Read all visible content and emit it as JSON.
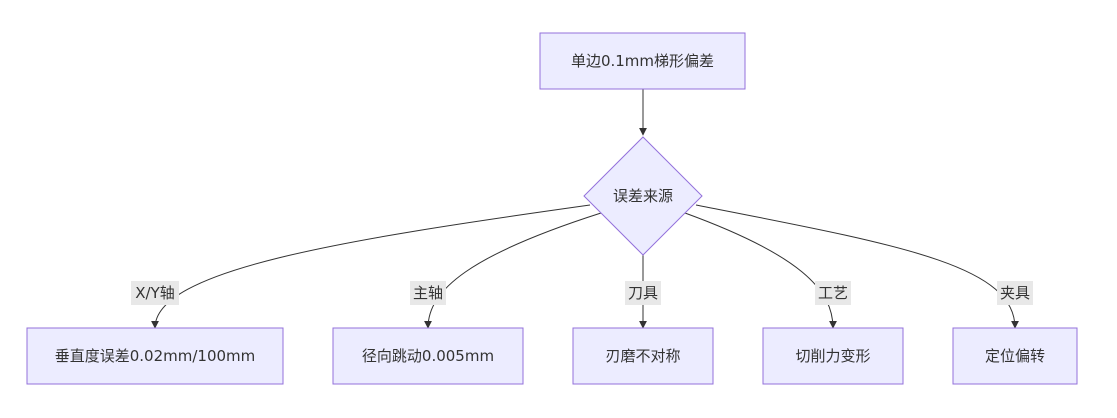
{
  "diagram": {
    "nodes": {
      "top": "单边0.1mm梯形偏差",
      "decision": "误差来源",
      "n1": "垂直度误差0.02mm/100mm",
      "n2": "径向跳动0.005mm",
      "n3": "刃磨不对称",
      "n4": "切削力变形",
      "n5": "定位偏转"
    },
    "edge_labels": {
      "e1": "X/Y轴",
      "e2": "主轴",
      "e3": "刀具",
      "e4": "工艺",
      "e5": "夹具"
    },
    "colors": {
      "node_fill": "#ececff",
      "node_stroke": "#9370db",
      "edge": "#333333",
      "label_bg": "#e8e8e8",
      "text": "#333333"
    }
  }
}
